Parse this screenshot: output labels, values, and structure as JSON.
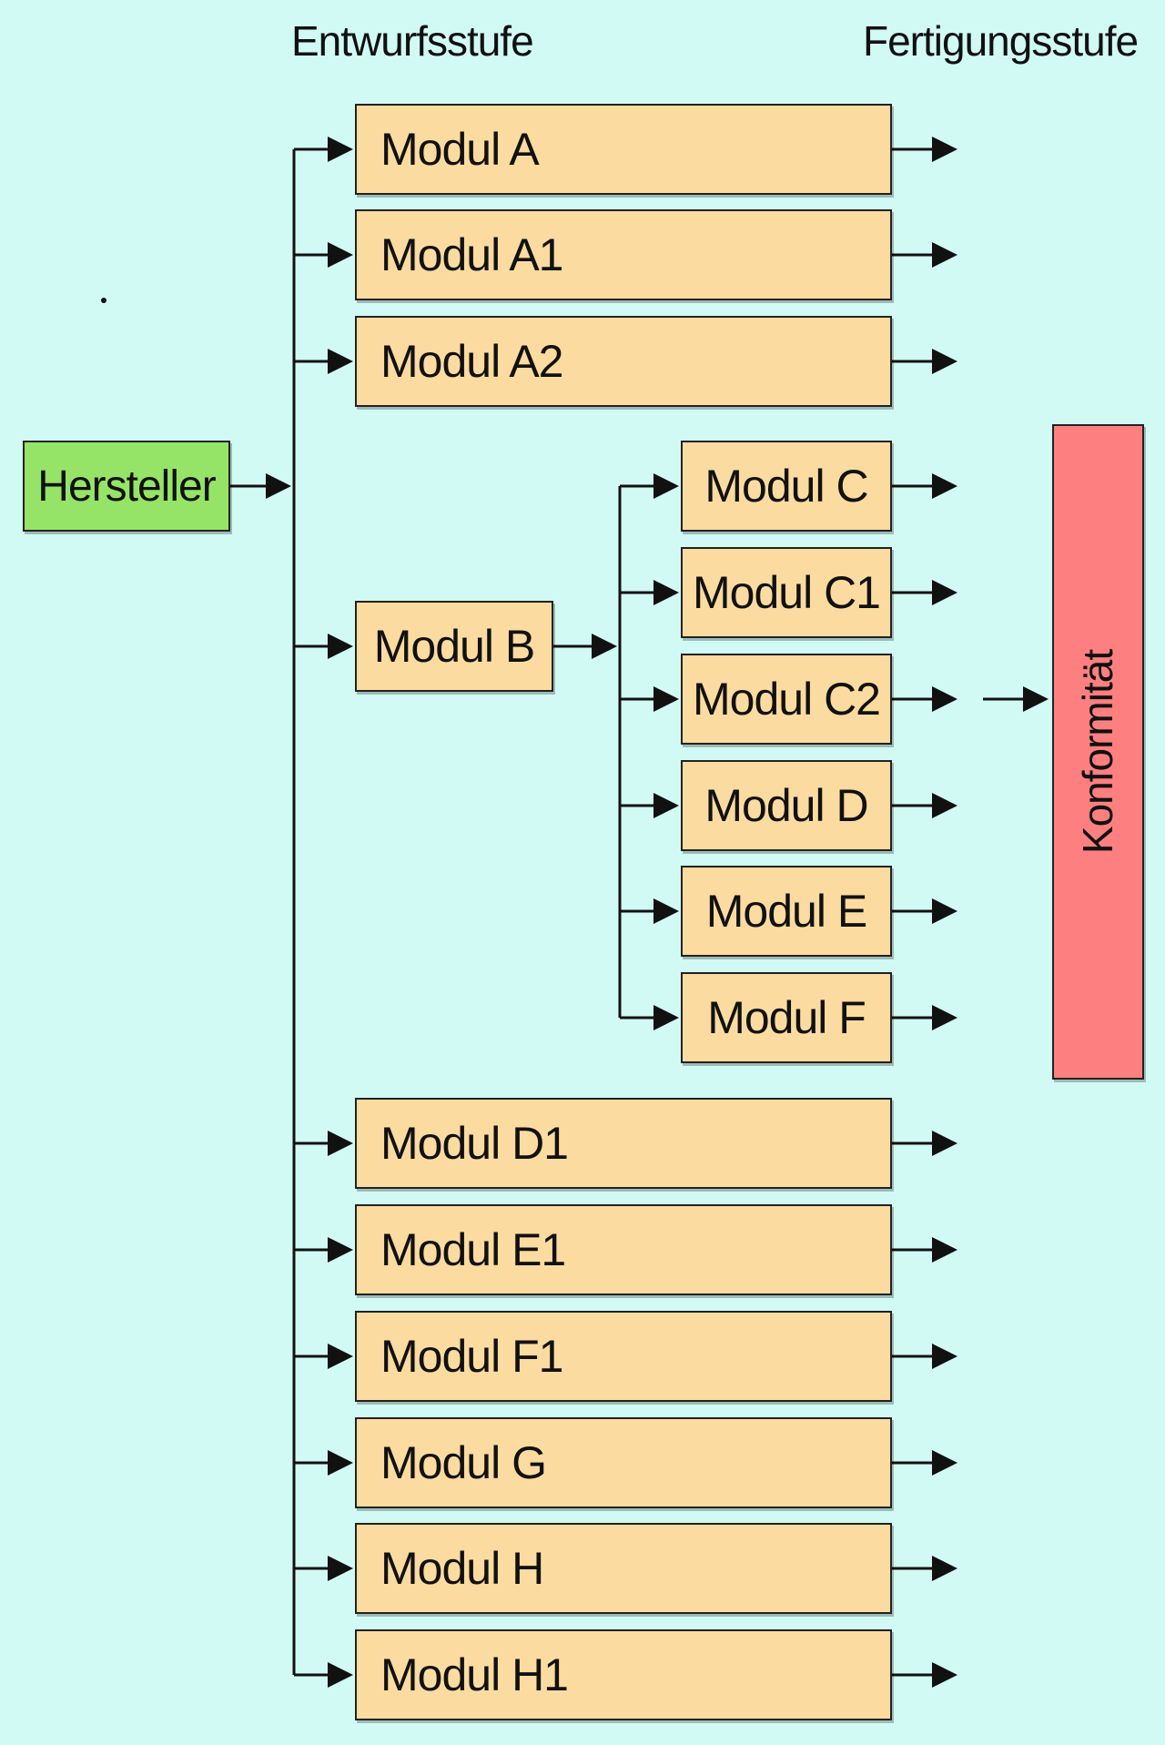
{
  "headers": {
    "design_stage": "Entwurfsstufe",
    "production_stage": "Fertigungsstufe"
  },
  "manufacturer": "Hersteller",
  "conformity": "Konformität",
  "modules_top": [
    "Modul A",
    "Modul A1",
    "Modul A2"
  ],
  "module_b": "Modul B",
  "modules_b_sub": [
    "Modul C",
    "Modul C1",
    "Modul C2",
    "Modul D",
    "Modul E",
    "Modul F"
  ],
  "modules_bottom": [
    "Modul D1",
    "Modul E1",
    "Modul F1",
    "Modul G",
    "Modul H",
    "Modul H1"
  ],
  "colors": {
    "background": "#d2faf4",
    "module_fill": "#fbdb9f",
    "manufacturer_fill": "#95e467",
    "conformity_fill": "#fe7f7f",
    "line": "#111111"
  }
}
